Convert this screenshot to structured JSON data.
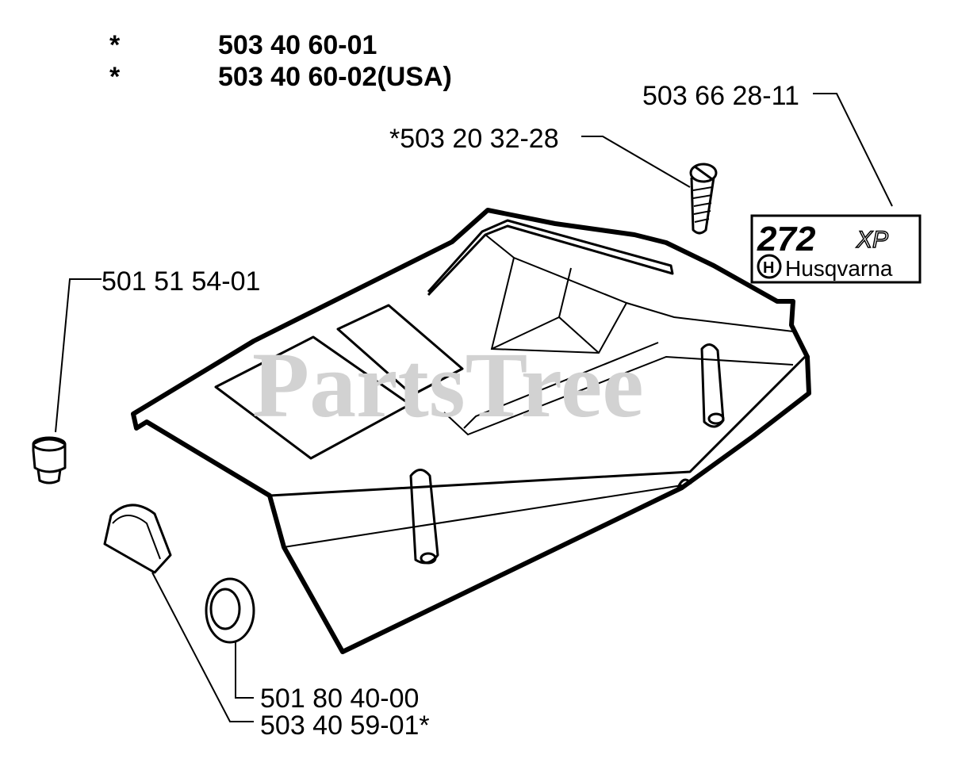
{
  "header": {
    "rows": [
      {
        "marker": "*",
        "part": "503 40 60-01"
      },
      {
        "marker": "*",
        "part": "503 40 60-02(USA)"
      }
    ]
  },
  "callouts": {
    "decal": "503 66 28-11",
    "screw": "*503 20 32-28",
    "plug": "501 51 54-01",
    "grommet": "501 80 40-00",
    "cover_plate": "503 40 59-01*"
  },
  "decal_text": {
    "model": "272",
    "suffix": "XP",
    "brand": "Husqvarna",
    "brand_mark": "H"
  },
  "watermark": "PartsTree"
}
